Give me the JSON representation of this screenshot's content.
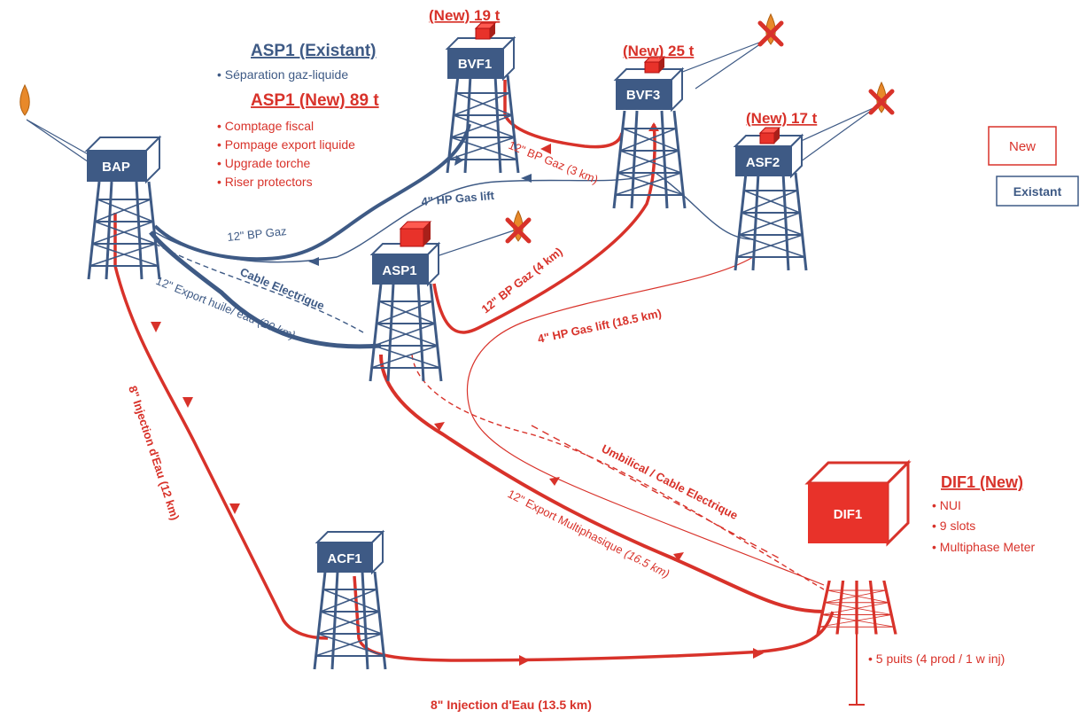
{
  "colors": {
    "existing": "#3e5a85",
    "new": "#d8322a",
    "flare": "#e8892a"
  },
  "icons": [
    "flare-icon",
    "flare-crossed-icon",
    "module-box-icon",
    "arrow-icon"
  ],
  "platforms": {
    "bap": "BAP",
    "bvf1": "BVF1",
    "bvf3": "BVF3",
    "asf2": "ASF2",
    "asp1": "ASP1",
    "acf1": "ACF1",
    "dif1": "DIF1"
  },
  "weights": {
    "bvf1": "(New) 19 t",
    "bvf3": "(New) 25 t",
    "asf2": "(New) 17 t"
  },
  "asp1_existing": {
    "title": "ASP1 (Existant)",
    "items": [
      "• Séparation gaz-liquide"
    ]
  },
  "asp1_new": {
    "title": "ASP1 (New) 89 t",
    "items": [
      "• Comptage fiscal",
      "• Pompage export liquide",
      "• Upgrade torche",
      "• Riser protectors"
    ]
  },
  "dif1_info": {
    "title": "DIF1 (New)",
    "items": [
      "• NUI",
      "• 9 slots",
      "• Multiphase Meter"
    ]
  },
  "wells": "• 5 puits (4 prod / 1 w inj)",
  "legend": {
    "new": "New",
    "existing": "Existant"
  },
  "lines": {
    "bp_gaz_blue": "12\" BP Gaz",
    "hp_gas_lift_blue": "4\" HP Gas lift",
    "cable_electrique": "Cable Electrique",
    "export_huile": "12\" Export huile/ eau",
    "export_huile_len": "(20 km)",
    "bp_gaz_3km": "12\" BP Gaz (3 km)",
    "bp_gaz_4km": "12\" BP Gaz (4 km)",
    "hp_gas_lift_red": "4\" HP Gas lift (18.5 km)",
    "injection_12km": "8\" Injection d'Eau",
    "injection_12km_len": "(12 km)",
    "umbilical": "Umbilical / Cable Electrique",
    "export_multi": "12\" Export Multiphasique",
    "export_multi_len": "(16.5 km)",
    "injection_13km": "8\" Injection d'Eau (13.5 km)"
  }
}
